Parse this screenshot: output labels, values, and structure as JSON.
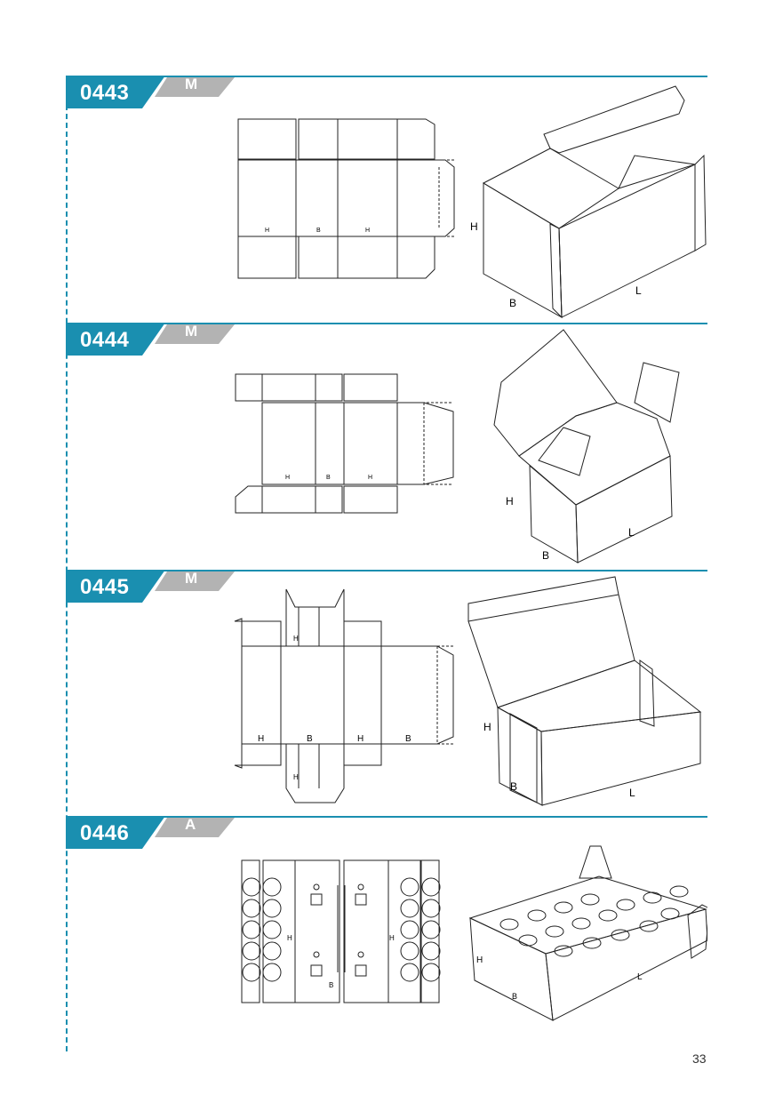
{
  "sections": [
    {
      "code": "0443",
      "type": "M",
      "labels": {
        "h": "H",
        "b": "B",
        "l": "L"
      }
    },
    {
      "code": "0444",
      "type": "M",
      "labels": {
        "h": "H",
        "b": "B",
        "l": "L"
      }
    },
    {
      "code": "0445",
      "type": "M",
      "labels": {
        "h": "H",
        "b": "B",
        "l": "L"
      }
    },
    {
      "code": "0446",
      "type": "A",
      "labels": {
        "h": "H",
        "b": "B",
        "l": "L"
      }
    }
  ],
  "page_number": "33",
  "colors": {
    "accent": "#1a8fb0",
    "tab_gray": "#b3b3b3",
    "line": "#222222"
  }
}
